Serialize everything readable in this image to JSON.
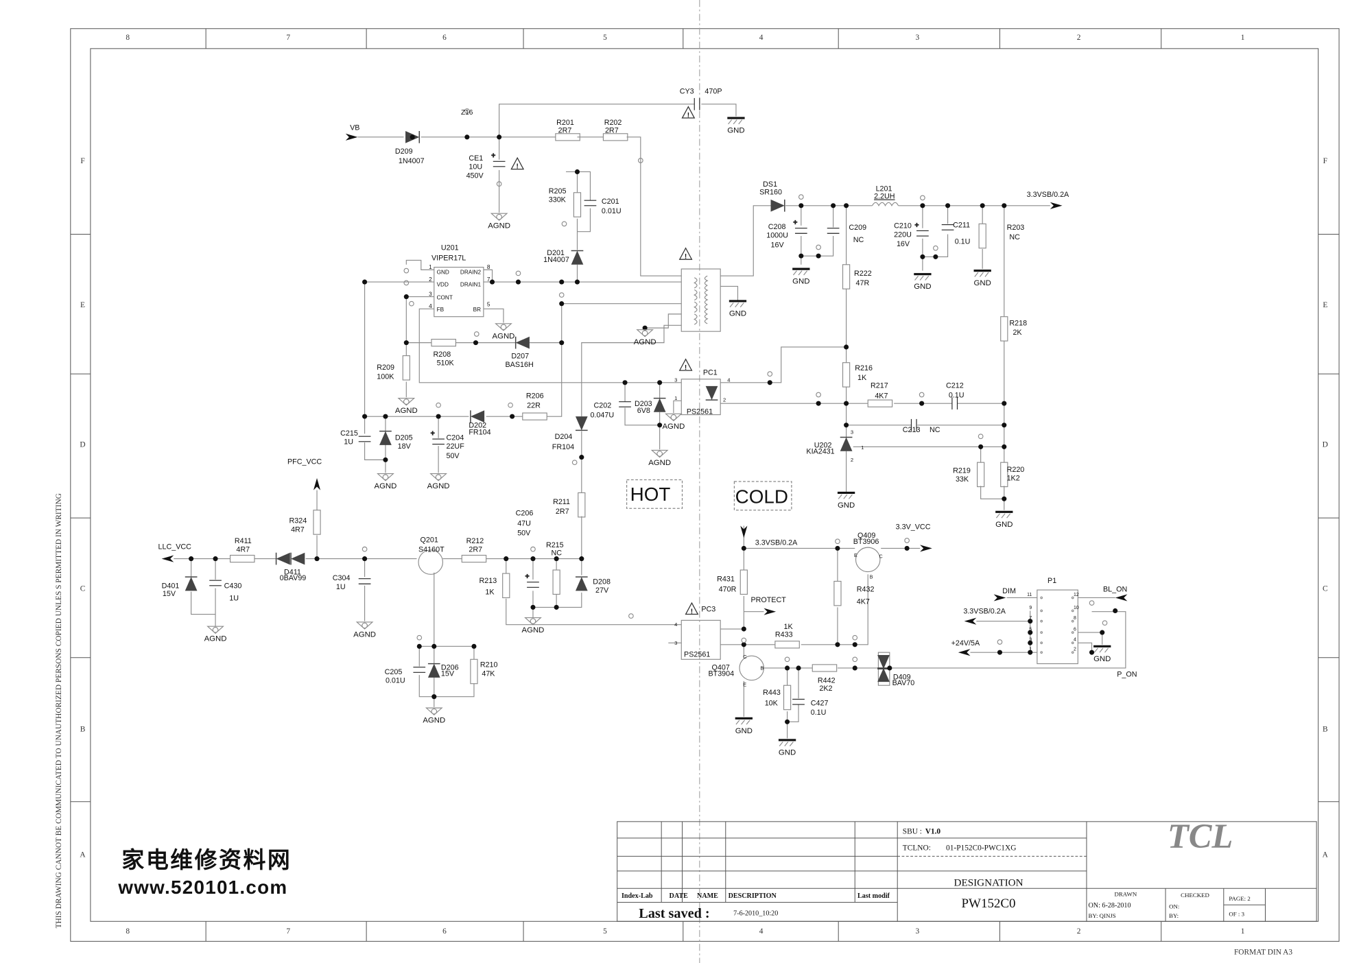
{
  "sheet": {
    "columns": [
      "8",
      "7",
      "6",
      "5",
      "4",
      "3",
      "2",
      "1"
    ],
    "rows": [
      "F",
      "E",
      "D",
      "C",
      "B",
      "A"
    ],
    "disclaimer": "THIS DRAWING CANNOT BE COMMUNICATED TO UNAUTHORIZED PERSONS COPIED UNLES S PERMITTED IN WRITING",
    "format": "FORMAT DIN A3",
    "zones": {
      "hot": "HOT",
      "cold": "COLD"
    }
  },
  "watermark": {
    "cn": "家电维修资料网",
    "url": "www.520101.com"
  },
  "nets": {
    "vb": "VB",
    "pfc_vcc": "PFC_VCC",
    "llc_vcc": "LLC_VCC",
    "vsb": "3.3VSB/0.2A",
    "vcc33": "3.3V_VCC",
    "protect": "PROTECT",
    "dim": "DIM",
    "bl_on": "BL_ON",
    "v24": "+24V/5A",
    "p_on": "P_ON",
    "gnd": "GND",
    "agnd": "AGND"
  },
  "components": {
    "Z16": {
      "ref": "Z16"
    },
    "D209": {
      "ref": "D209",
      "value": "1N4007"
    },
    "CE1": {
      "ref": "CE1",
      "value": "10U",
      "rating": "450V"
    },
    "R201": {
      "ref": "R201",
      "value": "2R7"
    },
    "R202": {
      "ref": "R202",
      "value": "2R7"
    },
    "CY3": {
      "ref": "CY3",
      "value": "470P"
    },
    "R205": {
      "ref": "R205",
      "value": "330K"
    },
    "C201": {
      "ref": "C201",
      "value": "0.01U"
    },
    "D201": {
      "ref": "D201",
      "value": "1N4007"
    },
    "U201": {
      "ref": "U201",
      "value": "VIPER17L",
      "pins": {
        "gnd": "GND",
        "vdd": "VDD",
        "cont": "CONT",
        "fb": "FB",
        "drain2": "DRAIN2",
        "drain1": "DRAIN1",
        "br": "BR"
      },
      "pin_numbers": {
        "gnd": "1",
        "vdd": "2",
        "cont": "3",
        "fb": "4",
        "drain2": "8",
        "drain1": "7",
        "br": "5"
      }
    },
    "DS1": {
      "ref": "DS1",
      "value": "SR160"
    },
    "L201": {
      "ref": "L201",
      "value": "2.2UH"
    },
    "C208": {
      "ref": "C208",
      "value": "1000U",
      "rating": "16V"
    },
    "C209": {
      "ref": "C209",
      "value": "NC"
    },
    "C210": {
      "ref": "C210",
      "value": "220U",
      "rating": "16V"
    },
    "C211": {
      "ref": "C211",
      "value": "0.1U"
    },
    "R203": {
      "ref": "R203",
      "value": "NC"
    },
    "R222": {
      "ref": "R222",
      "value": "47R"
    },
    "R218": {
      "ref": "R218",
      "value": "2K"
    },
    "R216": {
      "ref": "R216",
      "value": "1K"
    },
    "R217": {
      "ref": "R217",
      "value": "4K7"
    },
    "C212": {
      "ref": "C212",
      "value": "0.1U"
    },
    "C213": {
      "ref": "C213",
      "value": "NC"
    },
    "U202": {
      "ref": "U202",
      "value": "KIA2431",
      "pins": [
        "3",
        "1",
        "2"
      ]
    },
    "R219": {
      "ref": "R219",
      "value": "33K"
    },
    "R220": {
      "ref": "R220",
      "value": "1K2"
    },
    "PC1": {
      "ref": "PC1",
      "value": "PS2561",
      "pins": [
        "1",
        "2",
        "3",
        "4"
      ]
    },
    "R209": {
      "ref": "R209",
      "value": "100K"
    },
    "R208": {
      "ref": "R208",
      "value": "510K"
    },
    "D207": {
      "ref": "D207",
      "value": "BAS16H"
    },
    "R206": {
      "ref": "R206",
      "value": "22R"
    },
    "D202": {
      "ref": "D202",
      "value": "FR104"
    },
    "C215": {
      "ref": "C215",
      "value": "1U"
    },
    "D205": {
      "ref": "D205",
      "value": "18V"
    },
    "C204": {
      "ref": "C204",
      "value": "22UF",
      "rating": "50V"
    },
    "D204": {
      "ref": "D204",
      "value": "FR104"
    },
    "C202": {
      "ref": "C202",
      "value": "0.047U"
    },
    "D203": {
      "ref": "D203",
      "value": "6V8"
    },
    "R324": {
      "ref": "R324",
      "value": "4R7"
    },
    "R411": {
      "ref": "R411",
      "value": "4R7"
    },
    "D411": {
      "ref": "D411",
      "value": "0BAV99"
    },
    "C304": {
      "ref": "C304",
      "value": "1U"
    },
    "D401": {
      "ref": "D401",
      "value": "15V"
    },
    "C430": {
      "ref": "C430",
      "value": "1U"
    },
    "Q201": {
      "ref": "Q201",
      "value": "S4160T"
    },
    "R212": {
      "ref": "R212",
      "value": "2R7"
    },
    "C206": {
      "ref": "C206",
      "value": "47U",
      "rating": "50V"
    },
    "R215": {
      "ref": "R215",
      "value": "NC"
    },
    "R211": {
      "ref": "R211",
      "value": "2R7"
    },
    "R213": {
      "ref": "R213",
      "value": "1K"
    },
    "D208": {
      "ref": "D208",
      "value": "27V"
    },
    "PC3": {
      "ref": "PC3",
      "value": "PS2561",
      "pins": [
        "4",
        "3"
      ]
    },
    "C205": {
      "ref": "C205",
      "value": "0.01U"
    },
    "D206": {
      "ref": "D206",
      "value": "15V"
    },
    "R210": {
      "ref": "R210",
      "value": "47K"
    },
    "Q409": {
      "ref": "Q409",
      "value": "BT3906",
      "pins": {
        "e": "E",
        "b": "B",
        "c": "C"
      }
    },
    "R431": {
      "ref": "R431",
      "value": "470R"
    },
    "R432": {
      "ref": "R432",
      "value": "4K7"
    },
    "R433": {
      "ref": "R433",
      "value": "1K"
    },
    "Q407": {
      "ref": "Q407",
      "value": "BT3904",
      "pins": {
        "e": "E",
        "b": "B",
        "c": "C"
      }
    },
    "R443": {
      "ref": "R443",
      "value": "10K"
    },
    "C427": {
      "ref": "C427",
      "value": "0.1U"
    },
    "R442": {
      "ref": "R442",
      "value": "2K2"
    },
    "D409": {
      "ref": "D409",
      "value": "BAV70"
    },
    "P1": {
      "ref": "P1",
      "pins": [
        "11",
        "12",
        "9",
        "10",
        "7",
        "8",
        "5",
        "6",
        "3",
        "4",
        "1",
        "2"
      ]
    }
  },
  "title_block": {
    "sbu_label": "SBU :",
    "sbu": "V1.0",
    "tclno_label": "TCLNO:",
    "tclno": "01-P152C0-PWC1XG",
    "designation_label": "DESIGNATION",
    "designation": "PW152C0",
    "brand": "TCL",
    "headers": [
      "Index-Lab",
      "DATE",
      "NAME",
      "DESCRIPTION",
      "Last modif"
    ],
    "last_saved_label": "Last saved :",
    "last_saved": "7-6-2010_10:20",
    "drawn": "DRAWN",
    "drawn_on": "ON: 6-28-2010",
    "drawn_by": "BY: QINJS",
    "checked": "CHECKED",
    "checked_on": "ON:",
    "checked_by": "BY:",
    "page": "PAGE:  2",
    "of": "OF :    3"
  }
}
